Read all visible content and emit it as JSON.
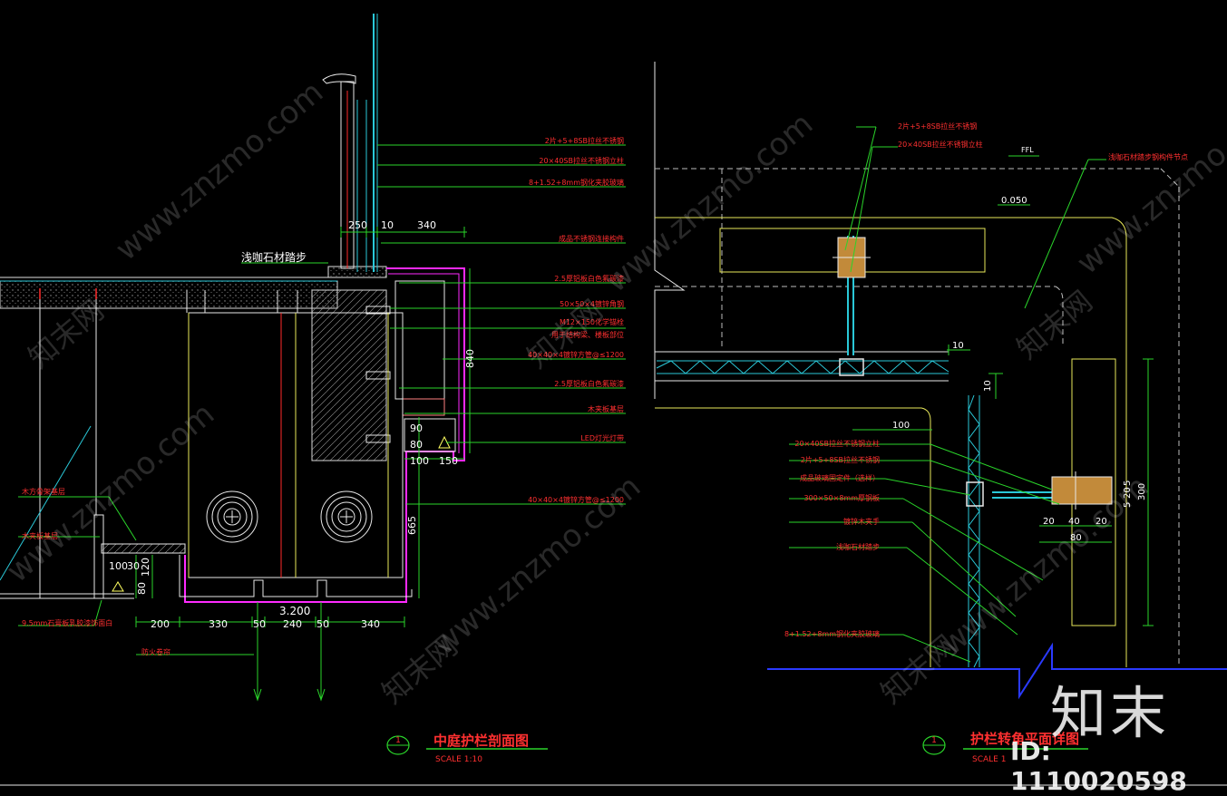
{
  "colors": {
    "background": "#000000",
    "green": "#2ad42a",
    "red": "#ff2a2a",
    "magenta": "#ff2aff",
    "cyan": "#2ac8d8",
    "white": "#ffffff",
    "yellow": "#e8e85a",
    "blue": "#2a3aff",
    "title_red": "#ff3030"
  },
  "left_view": {
    "stone_step_label": "浅咖石材踏步",
    "dims": {
      "d250": "250",
      "d10": "10",
      "d340_top": "340",
      "d840": "840",
      "d90": "90",
      "d80": "80",
      "d100": "100",
      "d150": "150",
      "d665": "665",
      "d100b": "100",
      "d30": "30",
      "d120": "120",
      "d80b": "80",
      "d200": "200",
      "d330": "330",
      "d50a": "50",
      "d240": "240",
      "d50b": "50",
      "d340_bottom": "340",
      "elevation": "3.200"
    },
    "callouts": [
      "2片+5+8SB拉丝不锈钢",
      "20×40SB拉丝不锈钢立柱",
      "8+1.52+8mm钢化夹胶玻璃",
      "成品不锈钢连接构件",
      "2.5厚铝板白色氟碳漆",
      "50×50×4镀锌角钢",
      "M12×150化学锚栓",
      "用于结构梁、楼板部位",
      "40×40×4镀锌方管@≤1200",
      "2.5厚铝板白色氟碳漆",
      "木夹板基层",
      "LED灯光灯带",
      "40×40×4镀锌方管@≤1200"
    ],
    "left_labels": [
      "木方骨架基层",
      "木夹板基层",
      "9.5mm石膏板乳胶漆饰面白"
    ],
    "fire_label": "防火卷帘",
    "title": "中庭护栏剖面图",
    "scale": "SCALE 1:10",
    "number": "1"
  },
  "right_view": {
    "ffl": "FFL",
    "elevation": "0.050",
    "callouts_top": [
      "2片+5+8SB拉丝不锈钢",
      "20×40SB拉丝不锈钢立柱"
    ],
    "callout_right": "浅咖石材踏步钢构件节点",
    "dims": {
      "d10a": "10",
      "d10b": "10",
      "d100": "100",
      "d20a": "20",
      "d40": "40",
      "d20b": "20",
      "d80": "80",
      "d5": "5",
      "d20c": "20",
      "d5b": "5",
      "d300": "300"
    },
    "callouts_left": [
      "20×40SB拉丝不锈钢立柱",
      "2片+5+8SB拉丝不锈钢",
      "成品玻璃固定件（选样）",
      "300×50×8mm厚钢板",
      "镀锌木夹手",
      "浅咖石材踏步",
      "8+1.52+8mm钢化夹胶玻璃"
    ],
    "title": "护栏转角平面详图",
    "scale": "SCALE 1",
    "number": "1"
  },
  "watermark": {
    "text": "www.znzmo.com",
    "brand": "知末网",
    "logo": "知末",
    "id": "ID: 1110020598"
  }
}
